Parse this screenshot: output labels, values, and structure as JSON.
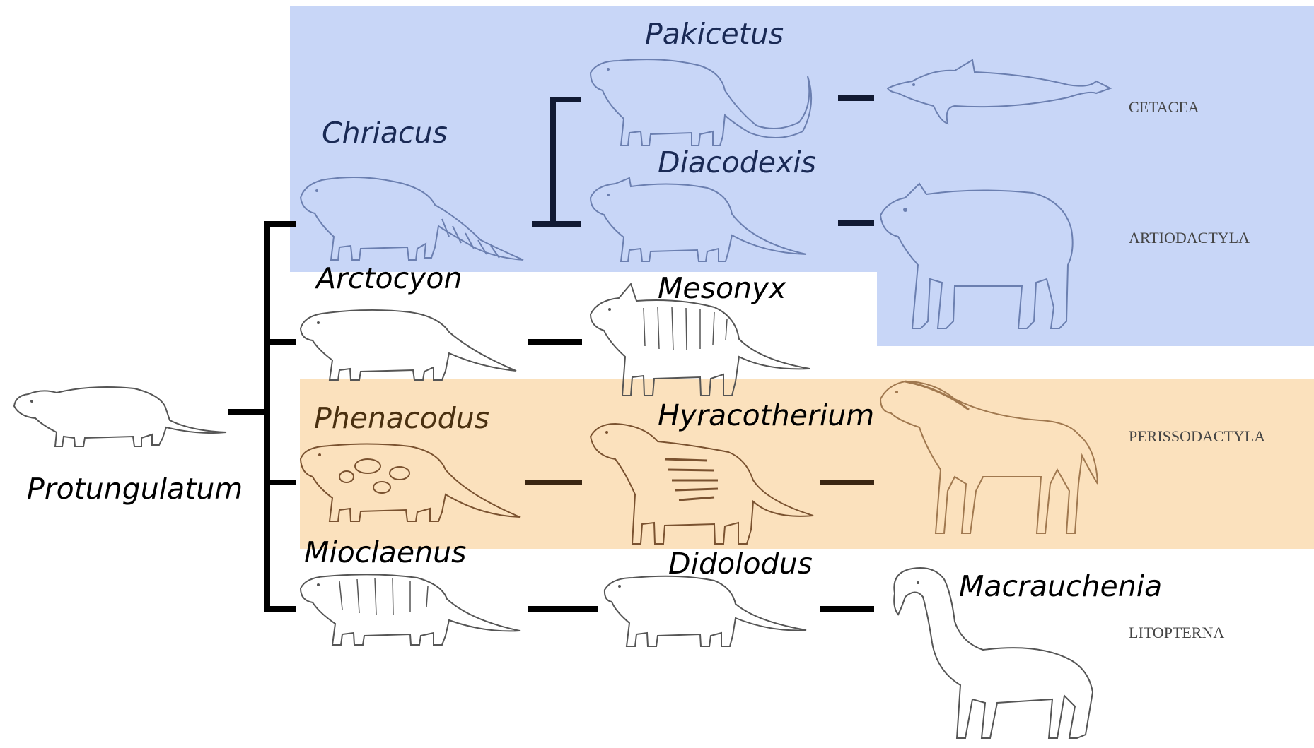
{
  "colors": {
    "blue_region": "#c8d6f7",
    "orange_region": "#fbe1bd",
    "navy_line": "#111a33",
    "brown_line": "#3b2612",
    "black_line": "#000000",
    "navy_text": "#1a2a55",
    "brown_text": "#4a3010",
    "black_text": "#000000",
    "group_text": "#444444"
  },
  "taxa": {
    "root": "Protungulatum",
    "chriacus": "Chriacus",
    "arctocyon": "Arctocyon",
    "phenacodus": "Phenacodus",
    "mioclaenus": "Mioclaenus",
    "pakicetus": "Pakicetus",
    "diacodexis": "Diacodexis",
    "mesonyx": "Mesonyx",
    "hyracotherium": "Hyracotherium",
    "didolodus": "Didolodus",
    "macrauchenia": "Macrauchenia"
  },
  "groups": {
    "cetacea": "CETACEA",
    "artiodactyla": "ARTIODACTYLA",
    "perissodactyla": "PERISSODACTYLA",
    "litopterna": "LITOPTERNA"
  },
  "illustrations": [
    "protungulatum-illustration",
    "chriacus-illustration",
    "arctocyon-illustration",
    "phenacodus-illustration",
    "mioclaenus-illustration",
    "pakicetus-illustration",
    "diacodexis-illustration",
    "mesonyx-illustration",
    "hyracotherium-illustration",
    "didolodus-illustration",
    "dolphin-illustration",
    "boar-illustration",
    "horse-illustration",
    "macrauchenia-illustration"
  ]
}
